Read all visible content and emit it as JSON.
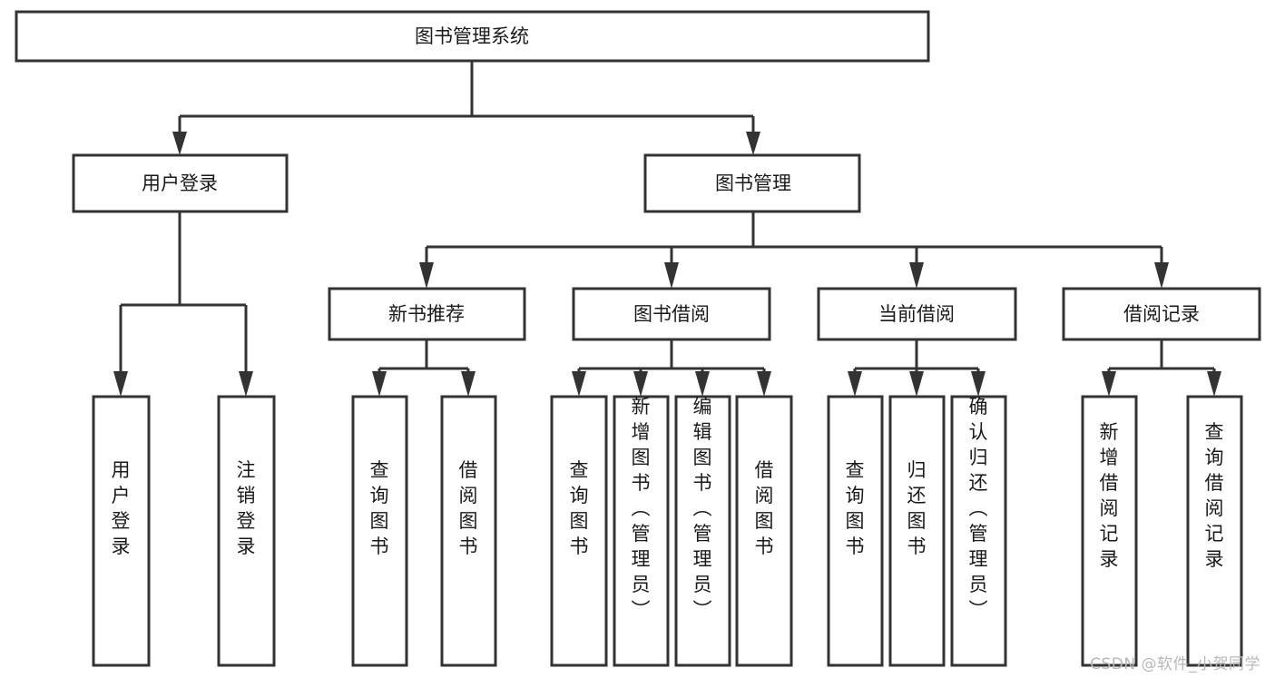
{
  "diagram": {
    "type": "tree",
    "title": "图书管理系统",
    "watermark": "CSDN @软件_小贺同学",
    "nodes": {
      "root": {
        "label": "图书管理系统"
      },
      "level2": [
        {
          "id": "user-login",
          "label": "用户登录"
        },
        {
          "id": "book-manage",
          "label": "图书管理"
        }
      ],
      "level3": [
        {
          "id": "new-book-recommend",
          "label": "新书推荐"
        },
        {
          "id": "book-borrow",
          "label": "图书借阅"
        },
        {
          "id": "current-borrow",
          "label": "当前借阅"
        },
        {
          "id": "borrow-record",
          "label": "借阅记录"
        }
      ],
      "leaves": {
        "user-login": [
          {
            "id": "leaf-user-login",
            "label": "用户登录"
          },
          {
            "id": "leaf-user-logout",
            "label": "注销登录"
          }
        ],
        "new-book-recommend": [
          {
            "id": "leaf-query-book-1",
            "label": "查询图书"
          },
          {
            "id": "leaf-borrow-book-1",
            "label": "借阅图书"
          }
        ],
        "book-borrow": [
          {
            "id": "leaf-query-book-2",
            "label": "查询图书"
          },
          {
            "id": "leaf-add-book",
            "label": "新增图书（管理员）"
          },
          {
            "id": "leaf-edit-book",
            "label": "编辑图书（管理员）"
          },
          {
            "id": "leaf-borrow-book-2",
            "label": "借阅图书"
          }
        ],
        "current-borrow": [
          {
            "id": "leaf-query-book-3",
            "label": "查询图书"
          },
          {
            "id": "leaf-return-book",
            "label": "归还图书"
          },
          {
            "id": "leaf-confirm-return",
            "label": "确认归还（管理员）"
          }
        ],
        "borrow-record": [
          {
            "id": "leaf-add-record",
            "label": "新增借阅记录"
          },
          {
            "id": "leaf-query-record",
            "label": "查询借阅记录"
          }
        ]
      }
    },
    "colors": {
      "box_stroke": "#333333",
      "box_fill": "#ffffff",
      "text": "#1a1a1a",
      "watermark": "#b8b8b8",
      "background": "#ffffff"
    }
  }
}
